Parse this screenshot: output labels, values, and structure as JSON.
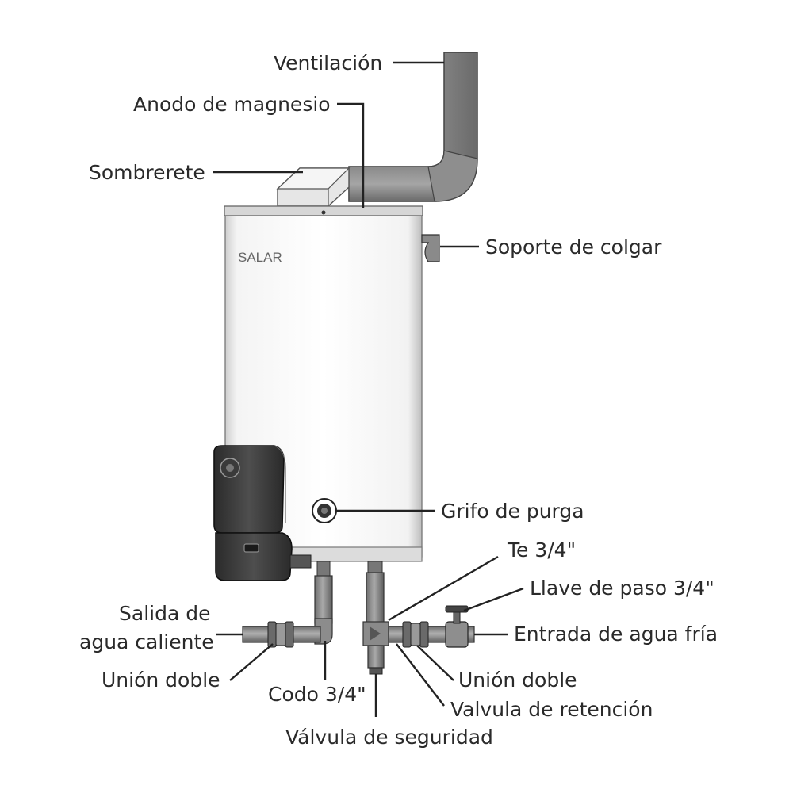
{
  "brand": "SALAR",
  "labels": {
    "ventilacion": "Ventilación",
    "anodo": "Anodo de magnesio",
    "sombrerete": "Sombrerete",
    "soporte": "Soporte de colgar",
    "grifo": "Grifo de purga",
    "te": "Te 3/4\"",
    "llave": "Llave de paso 3/4\"",
    "salida_1": "Salida de",
    "salida_2": "agua caliente",
    "entrada": "Entrada de agua fría",
    "union_left": "Unión doble",
    "codo": "Codo 3/4\"",
    "union_right": "Unión doble",
    "retencion": "Valvula de retención",
    "seguridad": "Válvula de seguridad"
  }
}
